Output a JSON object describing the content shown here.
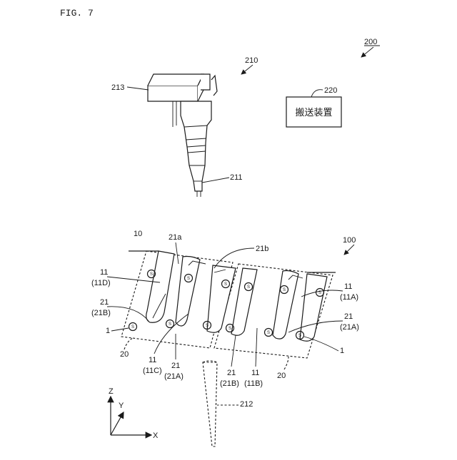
{
  "figure_label": "FIG. 7",
  "refs": {
    "system": "200",
    "robot": "210",
    "hand": "213",
    "nozzle": "211",
    "transport_ref": "220",
    "transport_box": "搬送装置",
    "tray_assembly": "100",
    "tray_base": "10",
    "slot_a": "21a",
    "slot_b": "21b",
    "nozzle_tip": "212"
  },
  "left_labels": {
    "l11": "11",
    "l11D": "(11D)",
    "l21": "21",
    "l21B": "(21B)",
    "l1": "1",
    "l20": "20"
  },
  "right_labels": {
    "r11": "11",
    "r11A": "(11A)",
    "r21": "21",
    "r21A": "(21A)",
    "r1": "1"
  },
  "bottom_labels": {
    "b11c": "11",
    "b11C": "(11C)",
    "b21a": "21",
    "b21A": "(21A)",
    "b21b": "21",
    "b21B": "(21B)",
    "b11b": "11",
    "b11B": "(11B)",
    "b20": "20"
  },
  "axes": {
    "z": "Z",
    "y": "Y",
    "x": "X"
  },
  "circle_label": "S"
}
